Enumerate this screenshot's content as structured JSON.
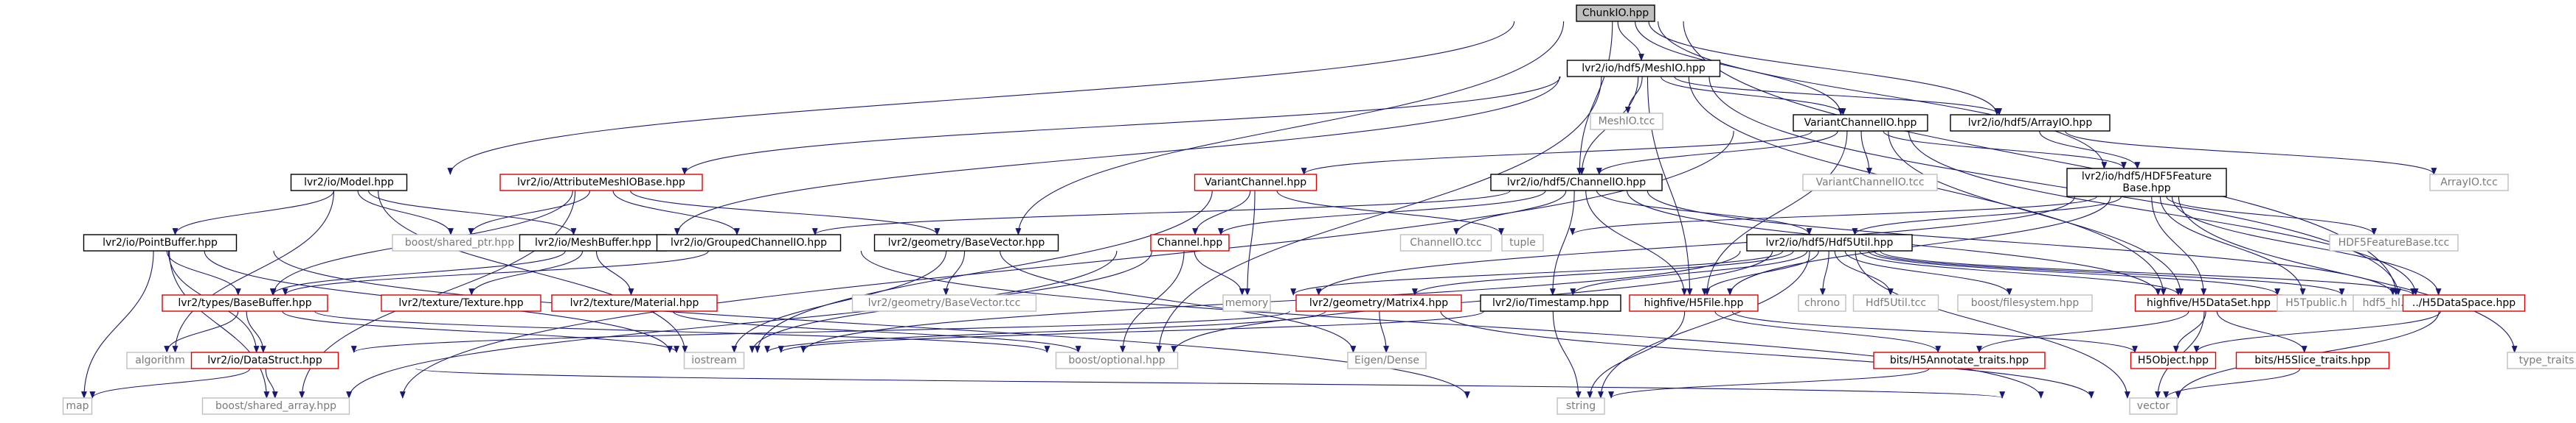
{
  "colors": {
    "edge": "#191970",
    "node_border_black": "#000000",
    "node_border_red": "#e00000",
    "node_border_gray": "#bfbfbf",
    "root_fill": "#bfbfbf"
  },
  "nodes": {
    "chunkio": {
      "lines": [
        "ChunkIO.hpp"
      ],
      "style": "root"
    },
    "meshio": {
      "lines": [
        "lvr2/io/hdf5/MeshIO.hpp"
      ],
      "style": "black"
    },
    "meshio_tcc": {
      "lines": [
        "MeshIO.tcc"
      ],
      "style": "gray"
    },
    "variantchannelio": {
      "lines": [
        "VariantChannelIO.hpp"
      ],
      "style": "black"
    },
    "arrayio": {
      "lines": [
        "lvr2/io/hdf5/ArrayIO.hpp"
      ],
      "style": "black"
    },
    "model": {
      "lines": [
        "lvr2/io/Model.hpp"
      ],
      "style": "black"
    },
    "attrmeshiobase": {
      "lines": [
        "lvr2/io/AttributeMeshIOBase.hpp"
      ],
      "style": "red"
    },
    "variantchannel": {
      "lines": [
        "VariantChannel.hpp"
      ],
      "style": "red"
    },
    "channelio": {
      "lines": [
        "lvr2/io/hdf5/ChannelIO.hpp"
      ],
      "style": "black"
    },
    "variantchannelio_tcc": {
      "lines": [
        "VariantChannelIO.tcc"
      ],
      "style": "gray"
    },
    "hdf5feature": {
      "lines": [
        "lvr2/io/hdf5/HDF5Feature",
        "Base.hpp"
      ],
      "style": "black"
    },
    "arrayio_tcc": {
      "lines": [
        "ArrayIO.tcc"
      ],
      "style": "gray"
    },
    "pointbuffer": {
      "lines": [
        "lvr2/io/PointBuffer.hpp"
      ],
      "style": "black"
    },
    "shared_ptr": {
      "lines": [
        "boost/shared_ptr.hpp"
      ],
      "style": "gray"
    },
    "meshbuffer": {
      "lines": [
        "lvr2/io/MeshBuffer.hpp"
      ],
      "style": "black"
    },
    "groupedchannelio": {
      "lines": [
        "lvr2/io/GroupedChannelIO.hpp"
      ],
      "style": "black"
    },
    "basevector": {
      "lines": [
        "lvr2/geometry/BaseVector.hpp"
      ],
      "style": "black"
    },
    "channel": {
      "lines": [
        "Channel.hpp"
      ],
      "style": "red"
    },
    "channelio_tcc": {
      "lines": [
        "ChannelIO.tcc"
      ],
      "style": "gray"
    },
    "tuple": {
      "lines": [
        "tuple"
      ],
      "style": "gray"
    },
    "hdf5util": {
      "lines": [
        "lvr2/io/hdf5/Hdf5Util.hpp"
      ],
      "style": "black"
    },
    "hdf5featurebase_tcc": {
      "lines": [
        "HDF5FeatureBase.tcc"
      ],
      "style": "gray"
    },
    "basebuffer": {
      "lines": [
        "lvr2/types/BaseBuffer.hpp"
      ],
      "style": "red"
    },
    "texture": {
      "lines": [
        "lvr2/texture/Texture.hpp"
      ],
      "style": "red"
    },
    "material": {
      "lines": [
        "lvr2/texture/Material.hpp"
      ],
      "style": "red"
    },
    "basevector_tcc": {
      "lines": [
        "lvr2/geometry/BaseVector.tcc"
      ],
      "style": "gray"
    },
    "memory": {
      "lines": [
        "memory"
      ],
      "style": "gray"
    },
    "matrix4": {
      "lines": [
        "lvr2/geometry/Matrix4.hpp"
      ],
      "style": "red"
    },
    "timestamp": {
      "lines": [
        "lvr2/io/Timestamp.hpp"
      ],
      "style": "black"
    },
    "h5file": {
      "lines": [
        "highfive/H5File.hpp"
      ],
      "style": "red"
    },
    "chrono": {
      "lines": [
        "chrono"
      ],
      "style": "gray"
    },
    "hdf5util_tcc": {
      "lines": [
        "Hdf5Util.tcc"
      ],
      "style": "gray"
    },
    "filesystem": {
      "lines": [
        "boost/filesystem.hpp"
      ],
      "style": "gray"
    },
    "h5dataset": {
      "lines": [
        "highfive/H5DataSet.hpp"
      ],
      "style": "red"
    },
    "h5tpublic": {
      "lines": [
        "H5Tpublic.h"
      ],
      "style": "gray"
    },
    "hdf5_hl": {
      "lines": [
        "hdf5_hl.h"
      ],
      "style": "gray"
    },
    "h5dataspace": {
      "lines": [
        "../H5DataSpace.hpp"
      ],
      "style": "red"
    },
    "type_traits": {
      "lines": [
        "type_traits"
      ],
      "style": "gray"
    },
    "algorithm": {
      "lines": [
        "algorithm"
      ],
      "style": "gray"
    },
    "datastruct": {
      "lines": [
        "lvr2/io/DataStruct.hpp"
      ],
      "style": "red"
    },
    "iostream": {
      "lines": [
        "iostream"
      ],
      "style": "gray"
    },
    "optional": {
      "lines": [
        "boost/optional.hpp"
      ],
      "style": "gray"
    },
    "eigen": {
      "lines": [
        "Eigen/Dense"
      ],
      "style": "gray"
    },
    "h5annotate": {
      "lines": [
        "bits/H5Annotate_traits.hpp"
      ],
      "style": "red"
    },
    "h5object": {
      "lines": [
        "H5Object.hpp"
      ],
      "style": "red"
    },
    "h5slice": {
      "lines": [
        "bits/H5Slice_traits.hpp"
      ],
      "style": "red"
    },
    "map": {
      "lines": [
        "map"
      ],
      "style": "gray"
    },
    "shared_array": {
      "lines": [
        "boost/shared_array.hpp"
      ],
      "style": "gray"
    },
    "string": {
      "lines": [
        "string"
      ],
      "style": "gray"
    },
    "vector": {
      "lines": [
        "vector"
      ],
      "style": "gray"
    }
  },
  "edges": [
    [
      "chunkio",
      "meshio"
    ],
    [
      "chunkio",
      "variantchannelio"
    ],
    [
      "chunkio",
      "arrayio"
    ],
    [
      "chunkio",
      "model"
    ],
    [
      "chunkio",
      "channelio"
    ],
    [
      "chunkio",
      "hdf5feature"
    ],
    [
      "chunkio",
      "basevector"
    ],
    [
      "chunkio",
      "h5dataspace"
    ],
    [
      "meshio",
      "meshio_tcc"
    ],
    [
      "meshio",
      "variantchannelio"
    ],
    [
      "meshio",
      "arrayio"
    ],
    [
      "meshio",
      "attrmeshiobase"
    ],
    [
      "meshio",
      "channelio"
    ],
    [
      "meshio",
      "meshbuffer"
    ],
    [
      "meshio",
      "optional"
    ],
    [
      "meshio",
      "h5file"
    ],
    [
      "meshio",
      "h5dataset"
    ],
    [
      "meshio",
      "h5dataspace"
    ],
    [
      "variantchannelio",
      "variantchannel"
    ],
    [
      "variantchannelio",
      "channelio"
    ],
    [
      "variantchannelio",
      "variantchannelio_tcc"
    ],
    [
      "variantchannelio",
      "hdf5feature"
    ],
    [
      "variantchannelio",
      "h5file"
    ],
    [
      "variantchannelio",
      "h5dataset"
    ],
    [
      "variantchannelio",
      "h5dataspace"
    ],
    [
      "variantchannelio",
      "shared_array"
    ],
    [
      "arrayio",
      "hdf5feature"
    ],
    [
      "arrayio",
      "arrayio_tcc"
    ],
    [
      "model",
      "pointbuffer"
    ],
    [
      "model",
      "meshbuffer"
    ],
    [
      "model",
      "shared_ptr"
    ],
    [
      "model",
      "iostream"
    ],
    [
      "model",
      "algorithm"
    ],
    [
      "attrmeshiobase",
      "shared_ptr"
    ],
    [
      "attrmeshiobase",
      "groupedchannelio"
    ],
    [
      "attrmeshiobase",
      "basevector"
    ],
    [
      "attrmeshiobase",
      "basebuffer"
    ],
    [
      "attrmeshiobase",
      "shared_array"
    ],
    [
      "variantchannel",
      "channel"
    ],
    [
      "variantchannel",
      "tuple"
    ],
    [
      "variantchannel",
      "memory"
    ],
    [
      "variantchannel",
      "iostream"
    ],
    [
      "channelio",
      "channelio_tcc"
    ],
    [
      "channelio",
      "groupedchannelio"
    ],
    [
      "channelio",
      "channel"
    ],
    [
      "channelio",
      "hdf5util"
    ],
    [
      "channelio",
      "timestamp"
    ],
    [
      "channelio",
      "h5file"
    ],
    [
      "channelio",
      "h5dataset"
    ],
    [
      "channelio",
      "h5dataspace"
    ],
    [
      "hdf5feature",
      "hdf5featurebase_tcc"
    ],
    [
      "hdf5feature",
      "tuple"
    ],
    [
      "hdf5feature",
      "memory"
    ],
    [
      "hdf5feature",
      "hdf5util"
    ],
    [
      "hdf5feature",
      "h5file"
    ],
    [
      "hdf5feature",
      "h5dataset"
    ],
    [
      "hdf5feature",
      "h5dataspace"
    ],
    [
      "hdf5feature",
      "type_traits"
    ],
    [
      "hdf5feature",
      "h5tpublic"
    ],
    [
      "pointbuffer",
      "basebuffer"
    ],
    [
      "pointbuffer",
      "datastruct"
    ],
    [
      "pointbuffer",
      "map"
    ],
    [
      "pointbuffer",
      "string"
    ],
    [
      "pointbuffer",
      "shared_array"
    ],
    [
      "pointbuffer",
      "iostream"
    ],
    [
      "meshbuffer",
      "basebuffer"
    ],
    [
      "meshbuffer",
      "texture"
    ],
    [
      "meshbuffer",
      "material"
    ],
    [
      "groupedchannelio",
      "basebuffer"
    ],
    [
      "groupedchannelio",
      "vector"
    ],
    [
      "basevector",
      "basevector_tcc"
    ],
    [
      "basevector",
      "iostream"
    ],
    [
      "basevector",
      "eigen"
    ],
    [
      "channel",
      "iostream"
    ],
    [
      "channel",
      "memory"
    ],
    [
      "channel",
      "optional"
    ],
    [
      "channel",
      "shared_array"
    ],
    [
      "hdf5util",
      "matrix4"
    ],
    [
      "hdf5util",
      "timestamp"
    ],
    [
      "hdf5util",
      "h5file"
    ],
    [
      "hdf5util",
      "chrono"
    ],
    [
      "hdf5util",
      "hdf5util_tcc"
    ],
    [
      "hdf5util",
      "filesystem"
    ],
    [
      "hdf5util",
      "h5dataset"
    ],
    [
      "hdf5util",
      "h5tpublic"
    ],
    [
      "hdf5util",
      "hdf5_hl"
    ],
    [
      "hdf5util",
      "h5dataspace"
    ],
    [
      "hdf5util",
      "memory"
    ],
    [
      "hdf5util",
      "string"
    ],
    [
      "hdf5util",
      "vector"
    ],
    [
      "hdf5util",
      "optional"
    ],
    [
      "hdf5util",
      "iostream"
    ],
    [
      "basebuffer",
      "algorithm"
    ],
    [
      "basebuffer",
      "datastruct"
    ],
    [
      "basebuffer",
      "iostream"
    ],
    [
      "basebuffer",
      "optional"
    ],
    [
      "material",
      "optional"
    ],
    [
      "matrix4",
      "datastruct"
    ],
    [
      "matrix4",
      "iostream"
    ],
    [
      "matrix4",
      "eigen"
    ],
    [
      "matrix4",
      "vector"
    ],
    [
      "timestamp",
      "string"
    ],
    [
      "timestamp",
      "iostream"
    ],
    [
      "h5file",
      "h5object"
    ],
    [
      "h5file",
      "string"
    ],
    [
      "h5file",
      "h5annotate"
    ],
    [
      "h5dataset",
      "h5annotate"
    ],
    [
      "h5dataset",
      "h5object"
    ],
    [
      "h5dataset",
      "h5slice"
    ],
    [
      "h5dataset",
      "vector"
    ],
    [
      "h5dataspace",
      "h5object"
    ],
    [
      "h5dataspace",
      "vector"
    ],
    [
      "datastruct",
      "map"
    ],
    [
      "datastruct",
      "shared_array"
    ],
    [
      "datastruct",
      "vector"
    ],
    [
      "h5annotate",
      "string"
    ],
    [
      "h5slice",
      "vector"
    ]
  ]
}
